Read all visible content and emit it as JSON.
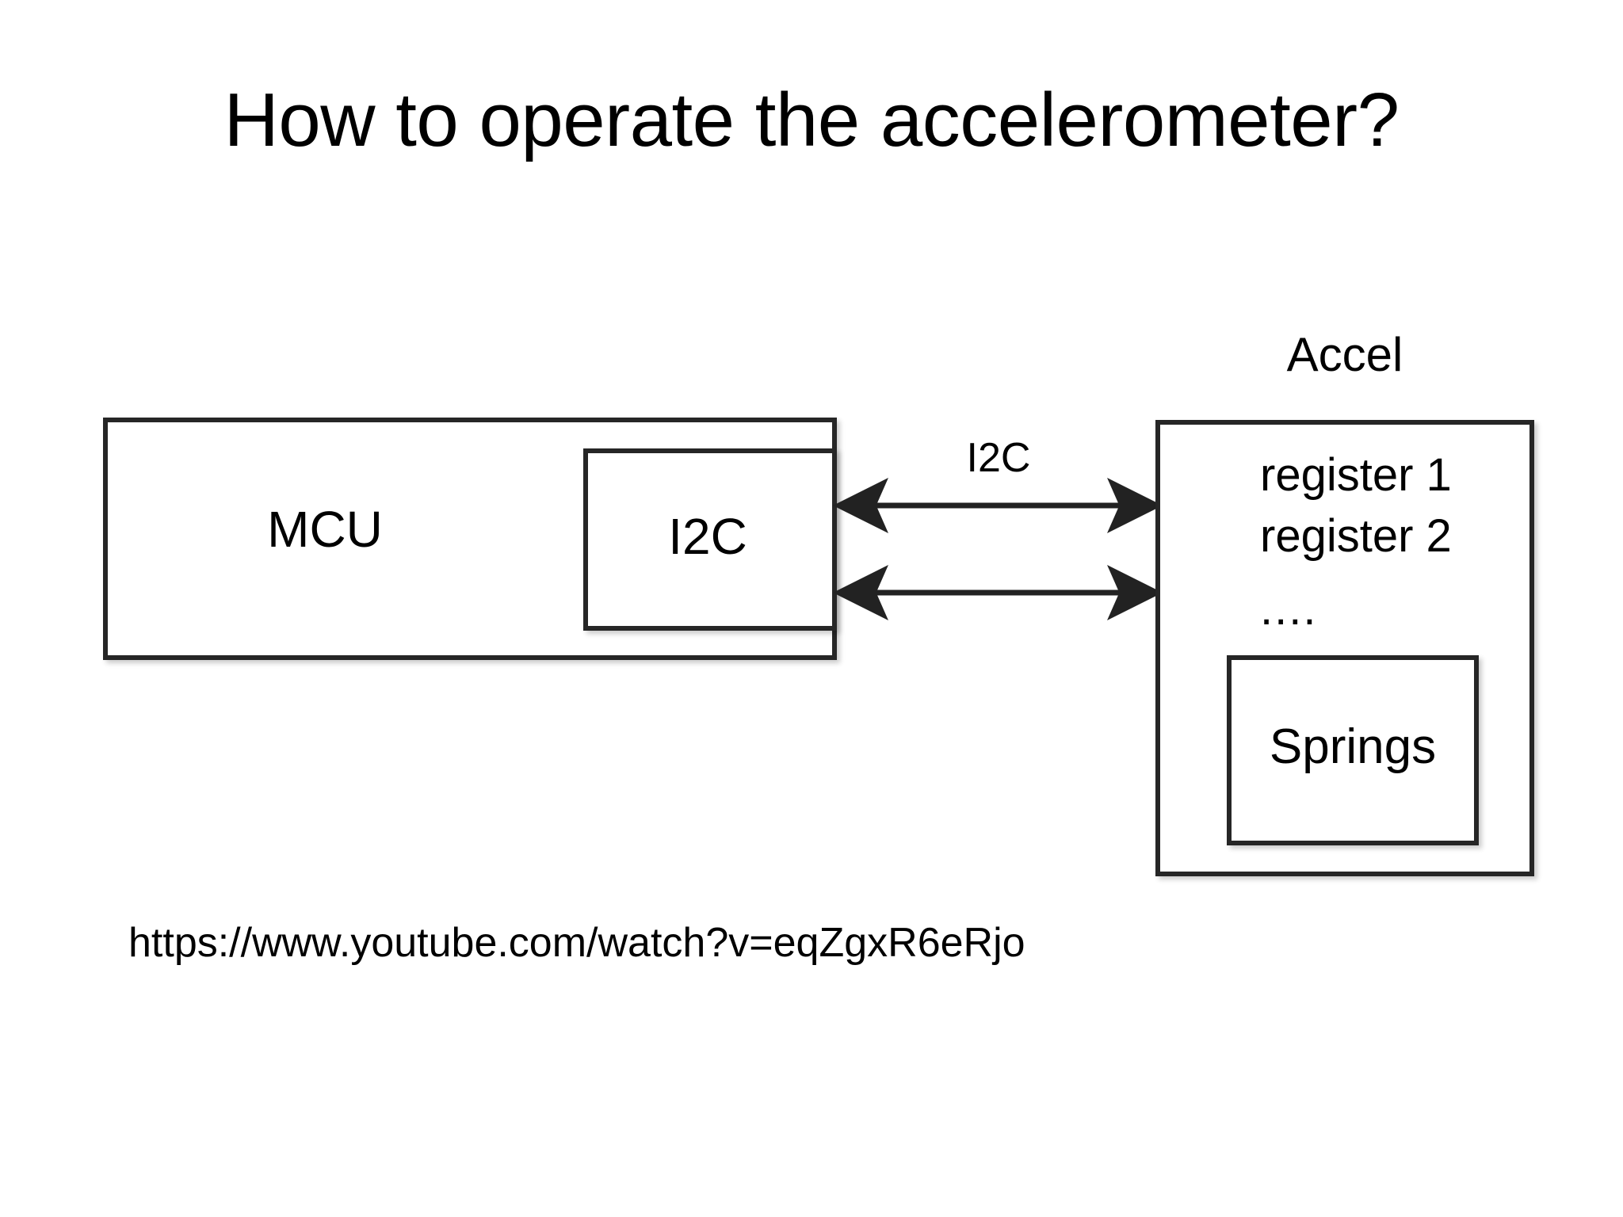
{
  "slide": {
    "title": "How to operate the accelerometer?",
    "background_color": "#ffffff",
    "text_color": "#000000",
    "stroke_color": "#262626"
  },
  "diagram": {
    "mcu": {
      "label": "MCU",
      "peripheral": {
        "label": "I2C"
      }
    },
    "connection": {
      "label": "I2C",
      "arrow_count": 2,
      "arrow_style": "double-headed"
    },
    "accel": {
      "title": "Accel",
      "registers": [
        "register 1",
        "register 2",
        "...."
      ],
      "inner_block": {
        "label": "Springs"
      }
    }
  },
  "footer": {
    "url": "https://www.youtube.com/watch?v=eqZgxR6eRjo"
  }
}
